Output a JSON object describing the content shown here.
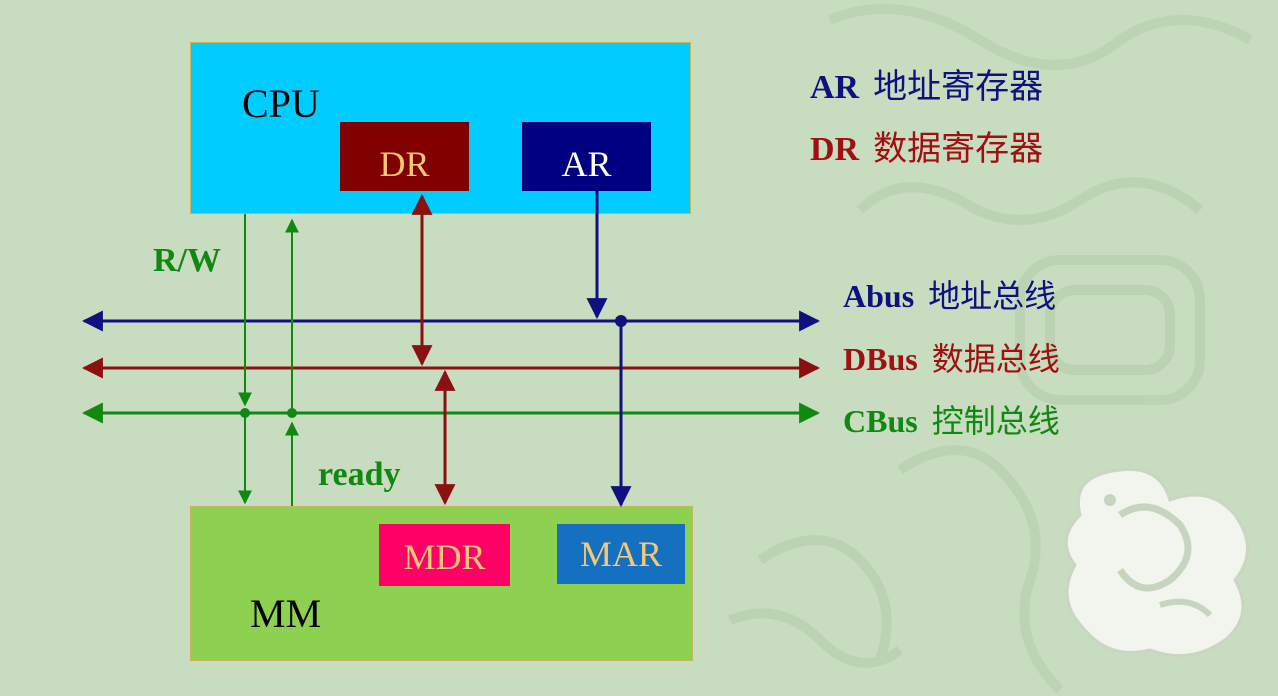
{
  "blocks": {
    "cpu": {
      "title": "CPU",
      "registers": {
        "dr": "DR",
        "ar": "AR"
      }
    },
    "mm": {
      "title": "MM",
      "registers": {
        "mdr": "MDR",
        "mar": "MAR"
      }
    }
  },
  "signals": {
    "rw": "R/W",
    "ready": "ready"
  },
  "legend": {
    "ar": {
      "key": "AR",
      "desc": "地址寄存器"
    },
    "dr": {
      "key": "DR",
      "desc": "数据寄存器"
    },
    "abus": {
      "key": "Abus",
      "desc": "地址总线"
    },
    "dbus": {
      "key": "DBus",
      "desc": "数据总线"
    },
    "cbus": {
      "key": "CBus",
      "desc": "控制总线"
    }
  },
  "colors": {
    "background": "#c8dcc0",
    "cpu": "#00ccff",
    "mm": "#8ed150",
    "dr": "#800000",
    "ar": "#000080",
    "mdr": "#ff0066",
    "mar": "#1670c0",
    "address_bus": "#10107e",
    "data_bus": "#8b1010",
    "control_bus": "#118811",
    "register_text": "#f5c878"
  },
  "decorations": {
    "corner_motif": "cloud-dragon-motif"
  }
}
